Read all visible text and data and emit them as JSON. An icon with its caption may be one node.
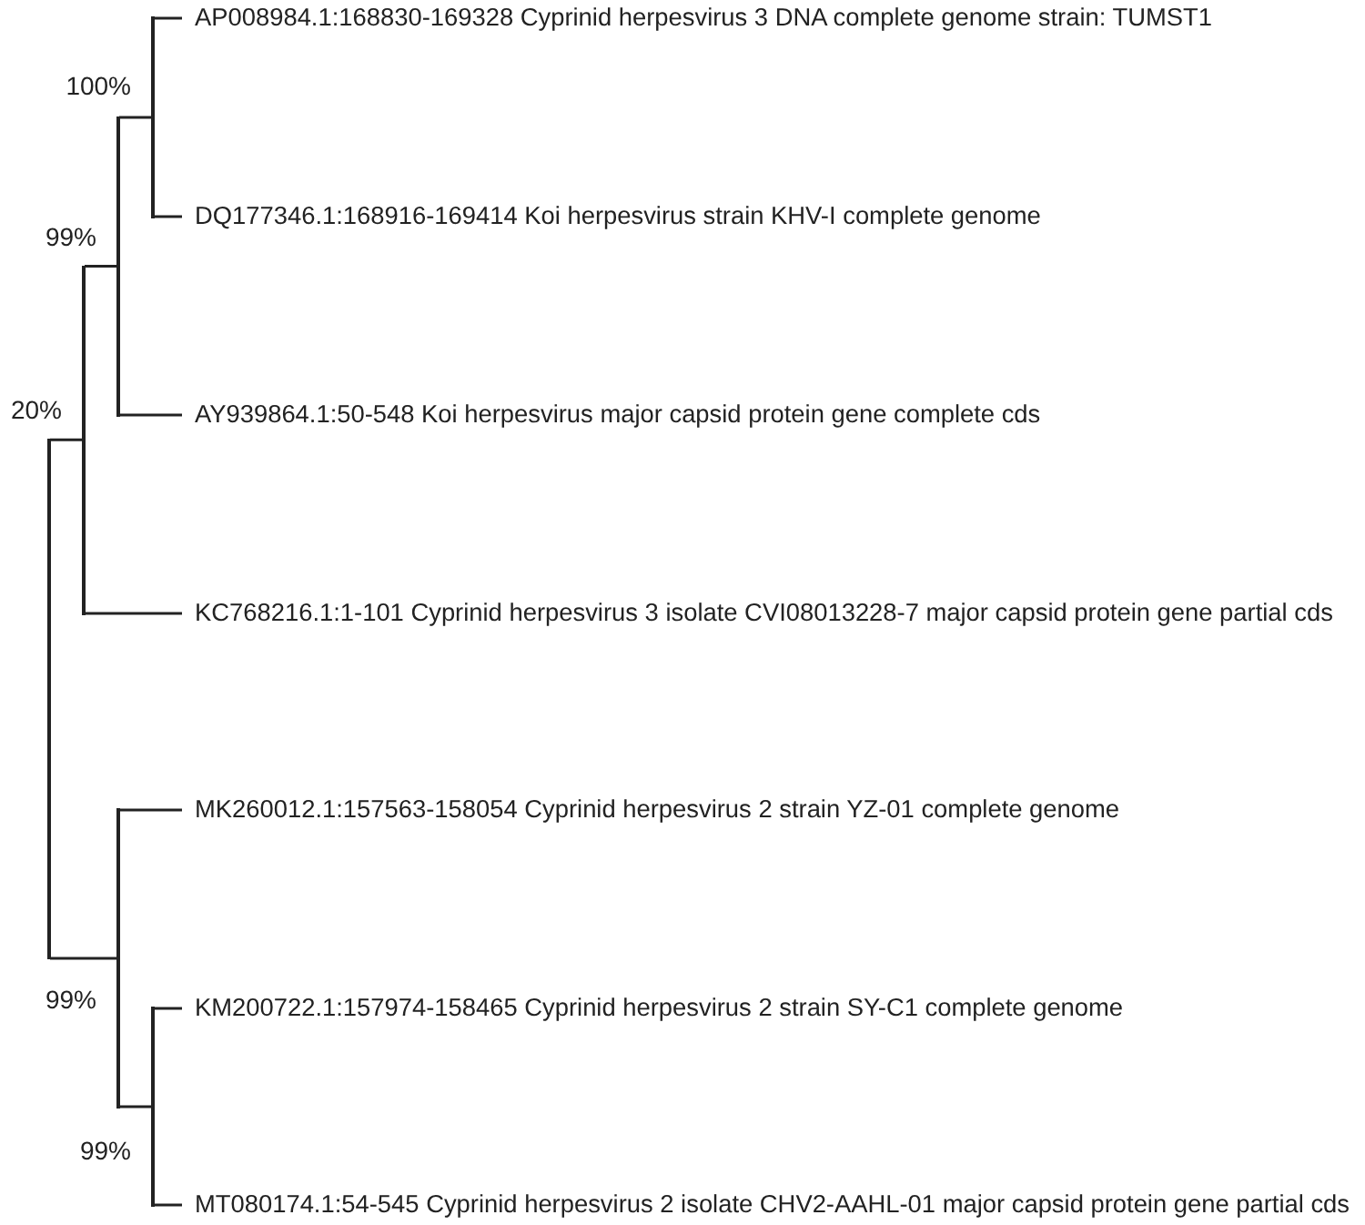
{
  "diagram": {
    "nodes": [
      {
        "text": [
          "AP008984.1:168830-169328 Cyprinid herpesvirus 3 DNA complete genome strain: TUMST1"
        ]
      },
      {
        "text": [
          "DQ177346.1:168916-169414 Koi herpesvirus strain KHV-I complete genome"
        ]
      },
      {
        "text": [
          "AY939864.1:50-548 Koi herpesvirus major capsid protein gene complete cds"
        ]
      },
      {
        "text": [
          "KC768216.1:1-101 Cyprinid herpesvirus 3 isolate CVI08013228-7 major capsid protein gene partial cds"
        ]
      },
      {
        "text": [
          "MK260012.1:157563-158054 Cyprinid herpesvirus 2 strain YZ-01 complete genome"
        ]
      },
      {
        "text": [
          "KM200722.1:157974-158465 Cyprinid herpesvirus 2 strain SY-C1 complete genome"
        ]
      },
      {
        "text": [
          "MT080174.1:54-545 Cyprinid herpesvirus 2 isolate CHV2-AAHL-01 major capsid protein gene partial cds"
        ]
      },
      {
        "text": [],
        "shape": "bar"
      },
      {
        "text": [],
        "shape": "bar",
        "beside": [
          "20%"
        ]
      },
      {
        "text": [],
        "shape": "bar",
        "beside": [
          "99%"
        ]
      },
      {
        "text": [],
        "shape": "bar",
        "beside": [
          "100%"
        ]
      },
      {
        "text": [],
        "shape": "bar",
        "beside": [
          "99%"
        ]
      },
      {
        "text": [],
        "shape": "bar",
        "beside": [
          "99%"
        ]
      }
    ],
    "edges": [
      {
        "from": 7,
        "to": 8,
        "arrow": "none"
      },
      {
        "from": 7,
        "to": 11,
        "arrow": "none"
      },
      {
        "from": 8,
        "to": 9,
        "arrow": "none"
      },
      {
        "from": 8,
        "to": 3,
        "arrow": "none"
      },
      {
        "from": 9,
        "to": 10,
        "arrow": "none"
      },
      {
        "from": 9,
        "to": 2,
        "arrow": "none"
      },
      {
        "from": 10,
        "to": 0,
        "arrow": "none"
      },
      {
        "from": 10,
        "to": 1,
        "arrow": "none"
      },
      {
        "from": 11,
        "to": 4,
        "arrow": "none"
      },
      {
        "from": 11,
        "to": 12,
        "arrow": "none"
      },
      {
        "from": 12,
        "to": 5,
        "arrow": "none"
      },
      {
        "from": 12,
        "to": 6,
        "arrow": "none"
      }
    ]
  }
}
